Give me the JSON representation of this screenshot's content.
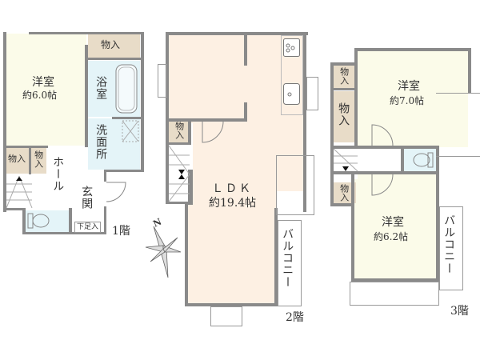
{
  "floors": [
    {
      "label": "1階",
      "rooms": {
        "western": {
          "name": "洋室",
          "size": "約6.0帖"
        },
        "storage_top": "物入",
        "bath": "浴室",
        "washroom": "洗面所",
        "storage_a": "物入",
        "storage_b": "物入",
        "hall": "ホール",
        "entrance": "玄関",
        "shoe_storage": "下足入"
      }
    },
    {
      "label": "2階",
      "rooms": {
        "ldk": {
          "name": "ＬＤＫ",
          "size": "約19.4帖"
        },
        "storage": "物入",
        "balcony": "バルコニー"
      }
    },
    {
      "label": "3階",
      "rooms": {
        "western_a": {
          "name": "洋室",
          "size": "約7.0帖"
        },
        "western_b": {
          "name": "洋室",
          "size": "約6.2帖"
        },
        "storage_1": "物入",
        "storage_2": "物入",
        "storage_3": "物入",
        "balcony": "バルコニー"
      }
    }
  ],
  "compass": {
    "north_label": "N"
  },
  "colors": {
    "wall": "#8a8a8a",
    "western_room": "#fbfbe9",
    "ldk": "#fdf0e3",
    "wet_area": "#e4f4f8",
    "storage": "#e8dcc8"
  }
}
